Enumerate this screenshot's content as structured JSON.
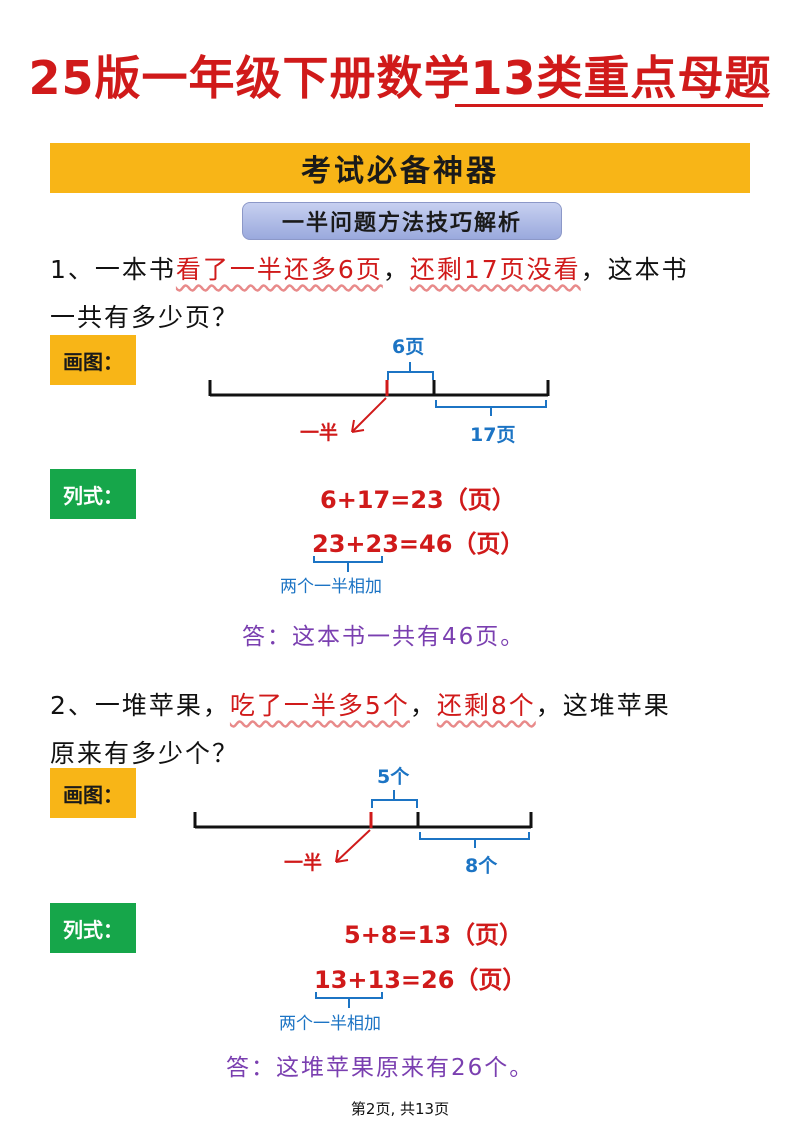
{
  "title": "25版一年级下册数学13类重点母题",
  "banner": "考试必备神器",
  "section_title": "一半问题方法技巧解析",
  "labels": {
    "draw": "画图：",
    "formula": "列式："
  },
  "problems": [
    {
      "q_prefix": "1、一本书",
      "q_part1": "看了一半还多6页",
      "q_sep": "，",
      "q_part2": "还剩17页没看",
      "q_suffix": "，这本书",
      "q_line2": "一共有多少页？",
      "diagram": {
        "top_label": "6页",
        "bottom_label": "17页",
        "half_label": "一半"
      },
      "formula1": "6+17=23（页）",
      "formula2_a": "23+23",
      "formula2_b": "=46（页）",
      "note": "两个一半相加",
      "answer": "答：这本书一共有46页。"
    },
    {
      "q_prefix": "2、一堆苹果，",
      "q_part1": "吃了一半多5个",
      "q_sep": "，",
      "q_part2": "还剩8个",
      "q_suffix": "，这堆苹果",
      "q_line2": "原来有多少个？",
      "diagram": {
        "top_label": "5个",
        "bottom_label": "8个",
        "half_label": "一半"
      },
      "formula1": "5+8=13（页）",
      "formula2_a": "13+13",
      "formula2_b": "=26（页）",
      "note": "两个一半相加",
      "answer": "答：这堆苹果原来有26个。"
    }
  ],
  "footer": "第2页, 共13页",
  "colors": {
    "red": "#d01a1a",
    "blue": "#1c74c4",
    "purple": "#7a3fb0",
    "yellow": "#f8b517",
    "green": "#16a64a",
    "pill": "#9aa9dd"
  }
}
